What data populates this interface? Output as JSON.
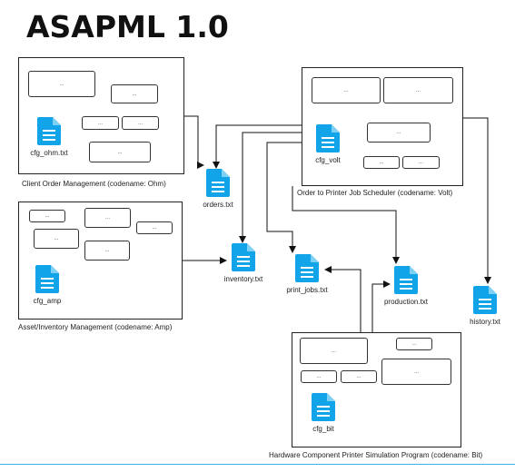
{
  "title": "ASAPML 1.0",
  "placeholder": "...",
  "colors": {
    "file_icon": "#12a4e8",
    "border": "#222222",
    "accent_line": "#3ab0e8"
  },
  "systems": {
    "ohm": {
      "label": "Client Order Management (codename: Ohm)",
      "config_file": "cfg_ohm.txt"
    },
    "amp": {
      "label": "Asset/Inventory Management (codename: Amp)",
      "config_file": "cfg_amp"
    },
    "volt": {
      "label": "Order to Printer Job Scheduler (codename: Volt)",
      "config_file": "cfg_volt"
    },
    "bit": {
      "label": "Hardware Component Printer Simulation Program (codename: Bit)",
      "config_file": "cfg_bit"
    }
  },
  "files": {
    "orders": "orders.txt",
    "inventory": "inventory.txt",
    "print_jobs": "print_jobs.txt",
    "production": "production.txt",
    "history": "history.txt"
  }
}
